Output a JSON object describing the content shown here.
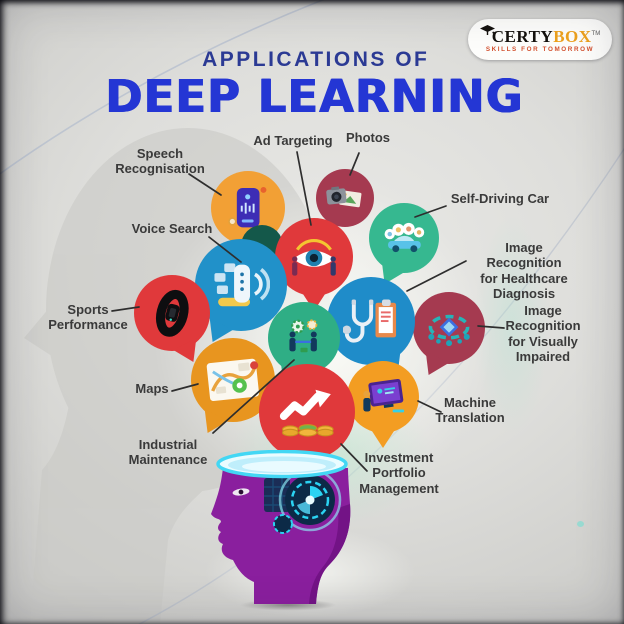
{
  "header": {
    "subtitle": "APPLICATIONS OF",
    "title": "DEEP LEARNING"
  },
  "logo": {
    "brand_first": "CERTY",
    "brand_second": "BOX",
    "trademark": "TM",
    "tagline": "SKILLS FOR TOMORROW"
  },
  "applications": [
    {
      "id": "speech-recognisation",
      "label": "Speech\nRecognisation",
      "icon": "smartphone-voice-icon",
      "bubble_color": "#f2a035"
    },
    {
      "id": "ad-targeting",
      "label": "Ad Targeting",
      "icon": "eye-target-icon",
      "bubble_color": "#e0393b"
    },
    {
      "id": "photos",
      "label": "Photos",
      "icon": "camera-icon",
      "bubble_color": "#a53a50"
    },
    {
      "id": "self-driving-car",
      "label": "Self-Driving Car",
      "icon": "car-icon",
      "bubble_color": "#36b890"
    },
    {
      "id": "voice-search",
      "label": "Voice Search",
      "icon": "smart-speaker-icon",
      "bubble_color": "#2191c9"
    },
    {
      "id": "image-recognition-healthcare",
      "label": "Image Recognition\nfor Healthcare\nDiagnosis",
      "icon": "stethoscope-icon",
      "bubble_color": "#1f8cc9"
    },
    {
      "id": "sports-performance",
      "label": "Sports\nPerformance",
      "icon": "fitness-band-icon",
      "bubble_color": "#e0393b"
    },
    {
      "id": "image-recognition-visually-impaired",
      "label": "Image\nRecognition\nfor Visually\nImpaired",
      "icon": "cube-network-icon",
      "bubble_color": "#a53a50"
    },
    {
      "id": "maps",
      "label": "Maps",
      "icon": "map-pin-icon",
      "bubble_color": "#e8951f"
    },
    {
      "id": "machine-translation",
      "label": "Machine\nTranslation",
      "icon": "monitor-icon",
      "bubble_color": "#f39d22"
    },
    {
      "id": "industrial-maintenance",
      "label": "Industrial\nMaintenance",
      "icon": "workers-gears-icon",
      "bubble_color": "#2fae85"
    },
    {
      "id": "investment-portfolio",
      "label": "Investment\nPortfolio\nManagement",
      "icon": "growth-chart-icon",
      "bubble_color": "#e0393b"
    }
  ],
  "colors": {
    "subtitle_navy": "#2b3a94",
    "title_blue": "#2436d4",
    "label_text": "#3a3a3a",
    "logo_gold": "#eda11d",
    "logo_tagline_red": "#d2502e",
    "head_purple": "#8a1f9e",
    "head_glow_cyan": "#43d7f4",
    "background_gray": "#dededb"
  }
}
